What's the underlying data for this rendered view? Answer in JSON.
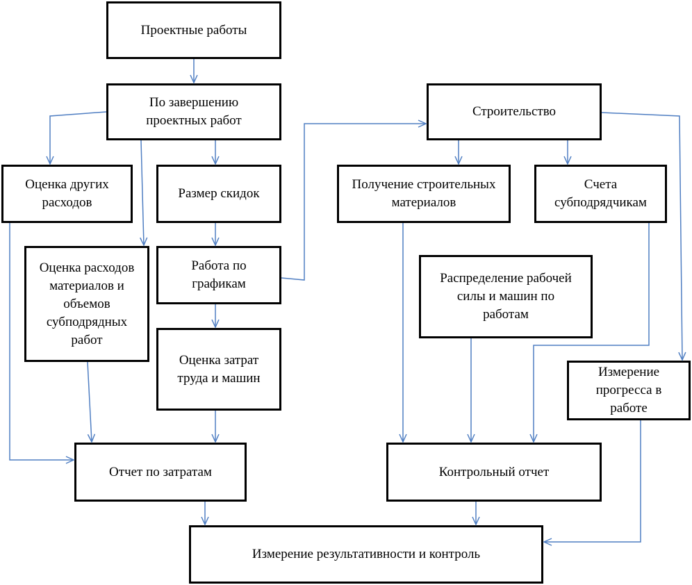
{
  "colors": {
    "arrow": "#4f7ec2",
    "border": "#000000",
    "text": "#000000",
    "background": "#ffffff"
  },
  "nodes": {
    "design_work": "Проектные работы",
    "design_completion": "По завершению\nпроектных работ",
    "other_costs": "Оценка других\nрасходов",
    "discounts": "Размер скидок",
    "material_estimate": "Оценка расходов\nматериалов и\nобъемов\nсубподрядных\nработ",
    "schedule_work": "Работа по\nграфикам",
    "labor_cost": "Оценка затрат\nтруда и машин",
    "cost_report": "Отчет по затратам",
    "construction": "Строительство",
    "materials_receipt": "Получение строительных\nматериалов",
    "subcontractor_invoices": "Счета\nсубподрядчикам",
    "labor_distribution": "Распределение рабочей\nсилы и машин по\nработам",
    "progress_measurement": "Измерение\nпрогресса в\nработе",
    "control_report": "Контрольный отчет",
    "performance_control": "Измерение  результативности  и контроль"
  }
}
